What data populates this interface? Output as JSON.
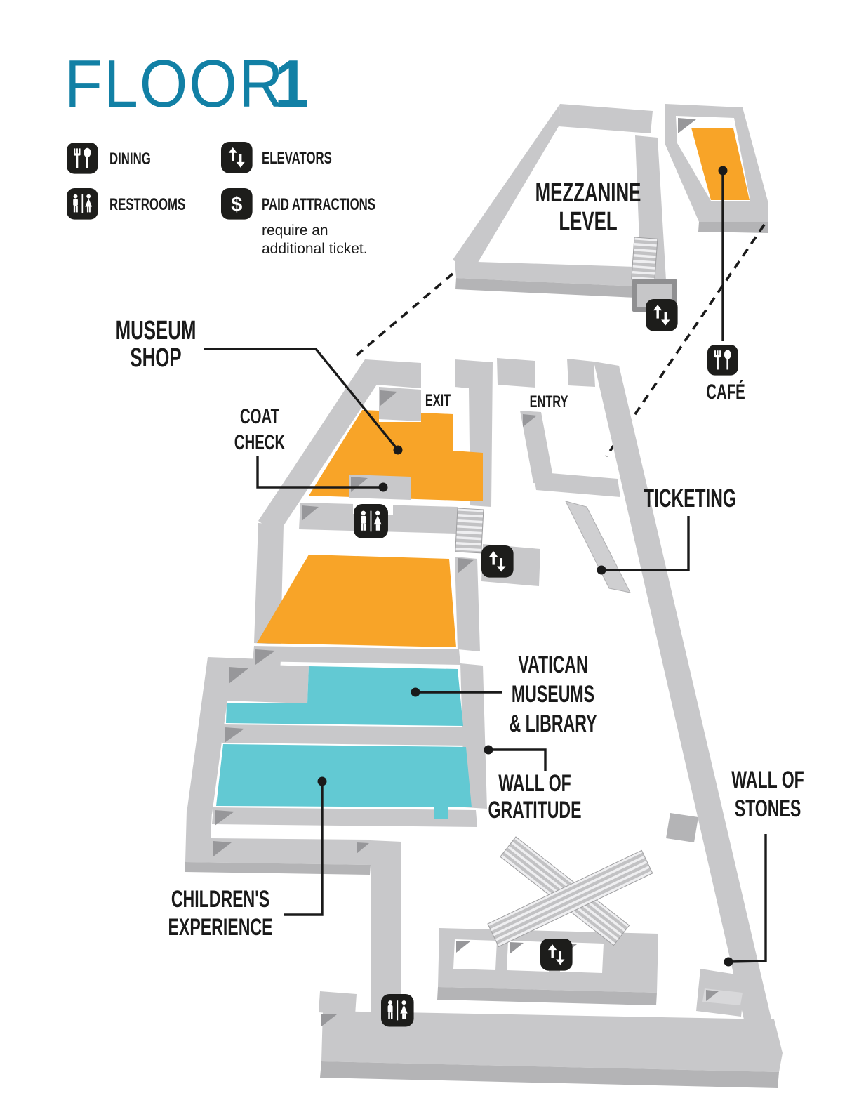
{
  "title": {
    "word": "FLOOR",
    "number": "1"
  },
  "legend": {
    "dining": {
      "icon": "dining-icon",
      "label": "DINING"
    },
    "elevators": {
      "icon": "elevators-icon",
      "label": "ELEVATORS"
    },
    "restrooms": {
      "icon": "restrooms-icon",
      "label": "RESTROOMS"
    },
    "paid_attractions": {
      "icon": "paid-attractions-icon",
      "label": "PAID ATTRACTIONS",
      "glyph": "$",
      "note_line1": "require an",
      "note_line2": "additional ticket."
    }
  },
  "map": {
    "mezzanine": {
      "line1": "MEZZANINE",
      "line2": "LEVEL"
    },
    "cafe": {
      "label": "CAFÉ"
    },
    "museum_shop": {
      "line1": "MUSEUM",
      "line2": "SHOP"
    },
    "coat_check": {
      "line1": "COAT",
      "line2": "CHECK"
    },
    "exit": {
      "label": "EXIT"
    },
    "entry": {
      "label": "ENTRY"
    },
    "ticketing": {
      "label": "TICKETING"
    },
    "vatican_museums": {
      "line1": "VATICAN",
      "line2": "MUSEUMS",
      "line3": "& LIBRARY"
    },
    "wall_of_gratitude": {
      "line1": "WALL OF",
      "line2": "GRATITUDE"
    },
    "wall_of_stones": {
      "line1": "WALL OF",
      "line2": "STONES"
    },
    "childrens_experience": {
      "line1": "CHILDREN'S",
      "line2": "EXPERIENCE"
    }
  },
  "colors": {
    "title_blue": "#1280a5",
    "accent_orange": "#f8a428",
    "room_teal": "#62c9d3",
    "wall_gray": "#c8c8ca",
    "wall_side": "#b4b4b6",
    "wall_shadow": "#97979a",
    "wall_light": "#d8d8da",
    "icon_bg": "#1d1d1b",
    "text_dark": "#1a1a1a"
  }
}
